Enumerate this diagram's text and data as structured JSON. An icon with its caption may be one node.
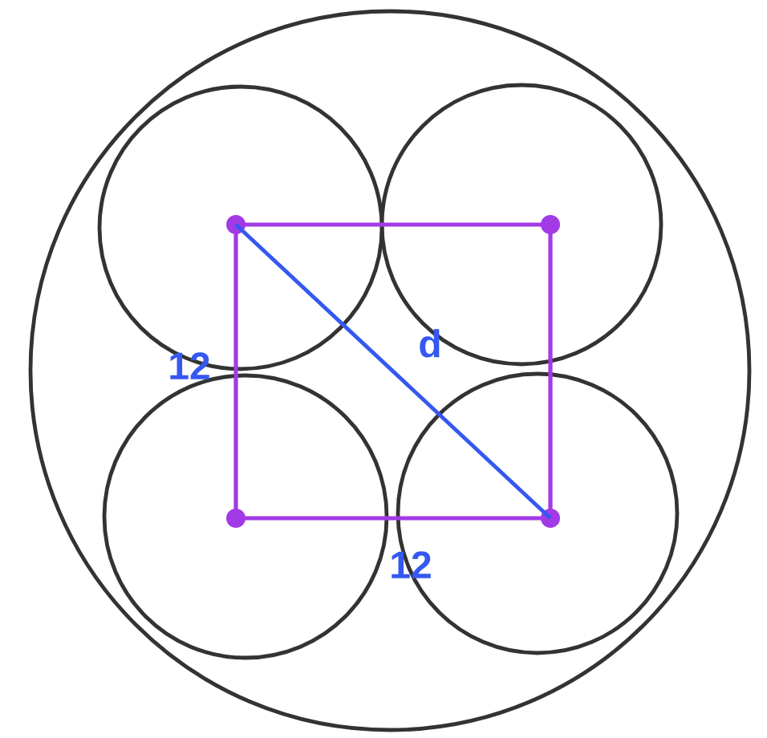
{
  "diagram": {
    "labels": [
      "d",
      "12",
      "12"
    ]
  }
}
